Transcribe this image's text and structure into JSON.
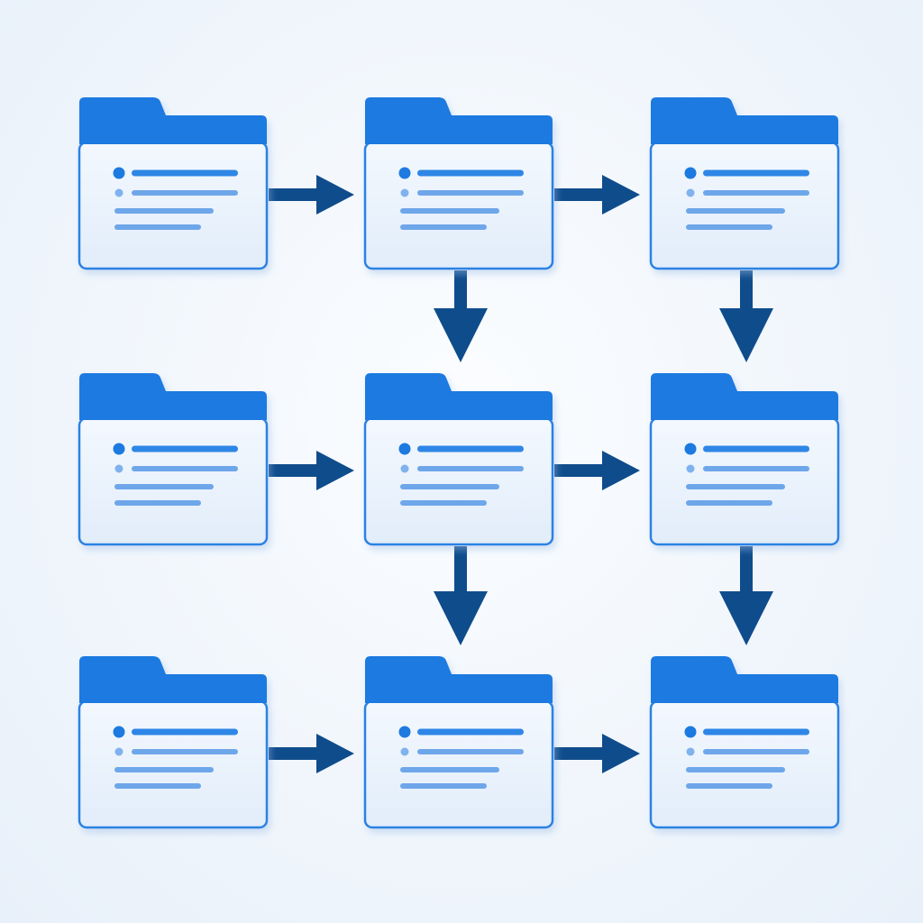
{
  "diagram": {
    "colors": {
      "background": "#f1f6fc",
      "folder_tab": "#1f7ae0",
      "folder_body": "#e7f0fb",
      "folder_border": "#2b82e3",
      "folder_shadow": "#c9dcf2",
      "bullet": "#1f7ae0",
      "bullet_light": "#7fb2ee",
      "line_primary": "#2f86e6",
      "line_secondary": "#6ea6ea",
      "arrow": "#0f4c8c"
    },
    "icons": {
      "node": "folder-icon",
      "connector": "arrow-icon"
    },
    "grid": {
      "rows": 3,
      "cols": 3
    },
    "nodes": [
      {
        "id": "r1c1",
        "row": 0,
        "col": 0
      },
      {
        "id": "r1c2",
        "row": 0,
        "col": 1
      },
      {
        "id": "r1c3",
        "row": 0,
        "col": 2
      },
      {
        "id": "r2c1",
        "row": 1,
        "col": 0
      },
      {
        "id": "r2c2",
        "row": 1,
        "col": 1
      },
      {
        "id": "r2c3",
        "row": 1,
        "col": 2
      },
      {
        "id": "r3c1",
        "row": 2,
        "col": 0
      },
      {
        "id": "r3c2",
        "row": 2,
        "col": 1
      },
      {
        "id": "r3c3",
        "row": 2,
        "col": 2
      }
    ],
    "edges": [
      {
        "from": "r1c1",
        "to": "r1c2"
      },
      {
        "from": "r1c2",
        "to": "r1c3"
      },
      {
        "from": "r1c2",
        "to": "r2c2"
      },
      {
        "from": "r1c3",
        "to": "r2c3"
      },
      {
        "from": "r2c1",
        "to": "r2c2"
      },
      {
        "from": "r2c2",
        "to": "r2c3"
      },
      {
        "from": "r2c2",
        "to": "r3c2"
      },
      {
        "from": "r2c3",
        "to": "r3c3"
      },
      {
        "from": "r3c1",
        "to": "r3c2"
      },
      {
        "from": "r3c2",
        "to": "r3c3"
      }
    ]
  }
}
